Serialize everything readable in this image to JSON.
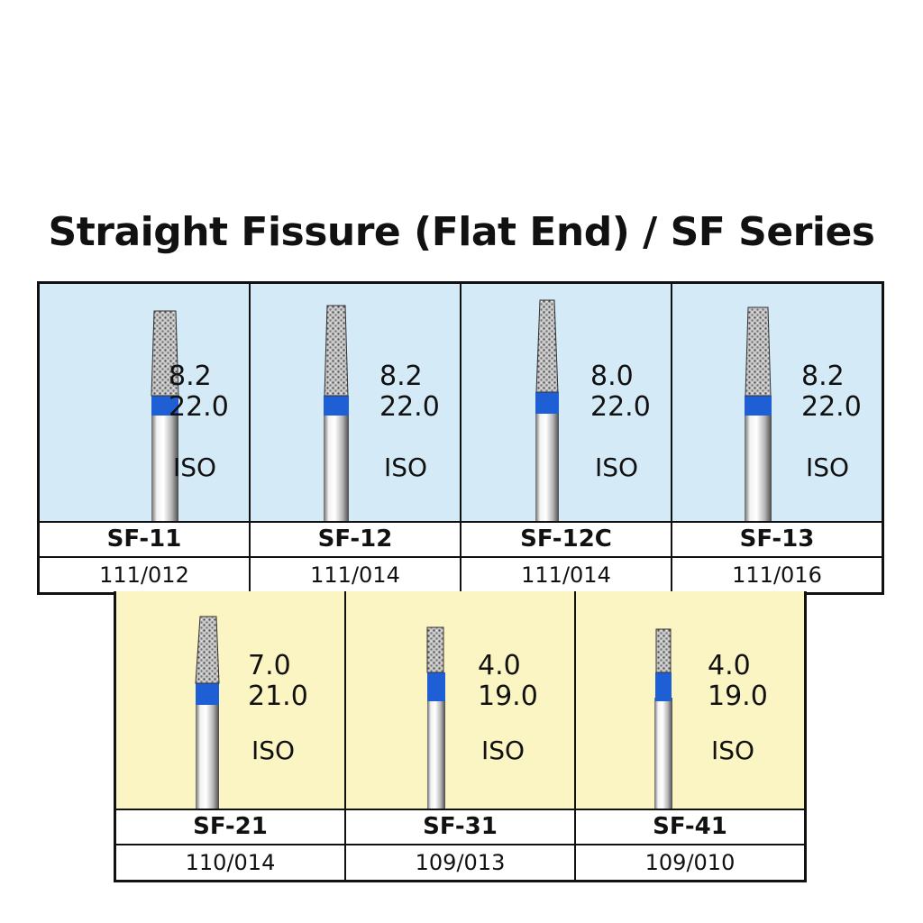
{
  "title": "Straight Fissure (Flat End) / SF Series",
  "colors": {
    "row1_background": "#d4eaf6",
    "row2_background": "#fbf4c3",
    "band": "#1f5fd6",
    "border": "#111111"
  },
  "icons": {
    "bur": "diamond-bur-icon"
  },
  "row1": [
    {
      "length": "8.2",
      "total": "22.0",
      "iso_label": "ISO",
      "model": "SF-11",
      "iso_code": "111/012"
    },
    {
      "length": "8.2",
      "total": "22.0",
      "iso_label": "ISO",
      "model": "SF-12",
      "iso_code": "111/014"
    },
    {
      "length": "8.0",
      "total": "22.0",
      "iso_label": "ISO",
      "model": "SF-12C",
      "iso_code": "111/014"
    },
    {
      "length": "8.2",
      "total": "22.0",
      "iso_label": "ISO",
      "model": "SF-13",
      "iso_code": "111/016"
    }
  ],
  "row2": [
    {
      "length": "7.0",
      "total": "21.0",
      "iso_label": "ISO",
      "model": "SF-21",
      "iso_code": "110/014"
    },
    {
      "length": "4.0",
      "total": "19.0",
      "iso_label": "ISO",
      "model": "SF-31",
      "iso_code": "109/013"
    },
    {
      "length": "4.0",
      "total": "19.0",
      "iso_label": "ISO",
      "model": "SF-41",
      "iso_code": "109/010"
    }
  ]
}
